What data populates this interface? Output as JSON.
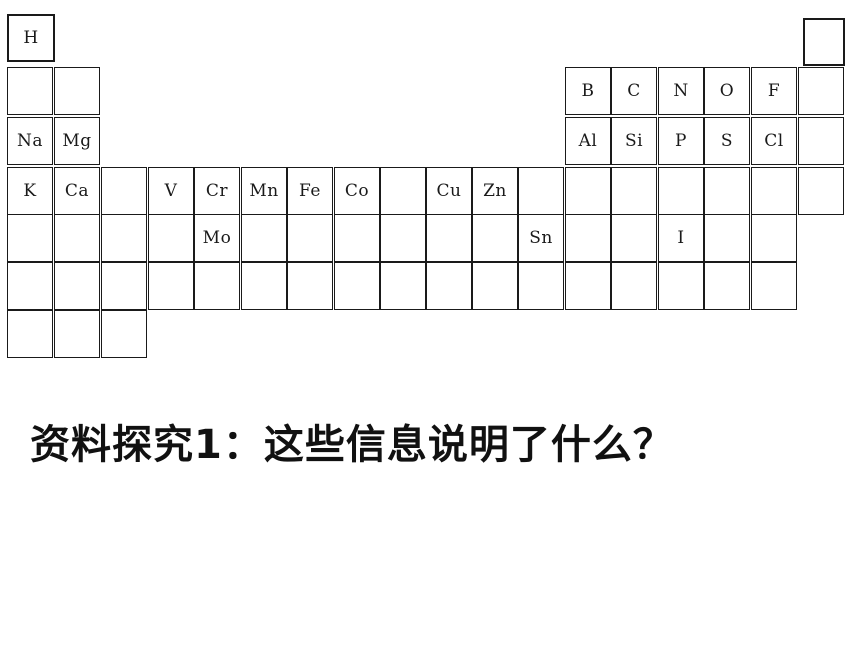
{
  "periodic_table": {
    "cells": [
      {
        "p": 1,
        "g": 1,
        "symbol": "H"
      },
      {
        "p": 1,
        "g": 18,
        "symbol": ""
      },
      {
        "p": 2,
        "g": 1,
        "symbol": ""
      },
      {
        "p": 2,
        "g": 2,
        "symbol": ""
      },
      {
        "p": 2,
        "g": 13,
        "symbol": "B"
      },
      {
        "p": 2,
        "g": 14,
        "symbol": "C"
      },
      {
        "p": 2,
        "g": 15,
        "symbol": "N"
      },
      {
        "p": 2,
        "g": 16,
        "symbol": "O"
      },
      {
        "p": 2,
        "g": 17,
        "symbol": "F"
      },
      {
        "p": 2,
        "g": 18,
        "symbol": ""
      },
      {
        "p": 3,
        "g": 1,
        "symbol": "Na"
      },
      {
        "p": 3,
        "g": 2,
        "symbol": "Mg"
      },
      {
        "p": 3,
        "g": 13,
        "symbol": "Al"
      },
      {
        "p": 3,
        "g": 14,
        "symbol": "Si"
      },
      {
        "p": 3,
        "g": 15,
        "symbol": "P"
      },
      {
        "p": 3,
        "g": 16,
        "symbol": "S"
      },
      {
        "p": 3,
        "g": 17,
        "symbol": "Cl"
      },
      {
        "p": 3,
        "g": 18,
        "symbol": ""
      },
      {
        "p": 4,
        "g": 1,
        "symbol": "K"
      },
      {
        "p": 4,
        "g": 2,
        "symbol": "Ca"
      },
      {
        "p": 4,
        "g": 3,
        "symbol": ""
      },
      {
        "p": 4,
        "g": 4,
        "symbol": "V"
      },
      {
        "p": 4,
        "g": 5,
        "symbol": "Cr"
      },
      {
        "p": 4,
        "g": 6,
        "symbol": "Mn"
      },
      {
        "p": 4,
        "g": 7,
        "symbol": "Fe"
      },
      {
        "p": 4,
        "g": 8,
        "symbol": "Co"
      },
      {
        "p": 4,
        "g": 9,
        "symbol": ""
      },
      {
        "p": 4,
        "g": 10,
        "symbol": "Cu"
      },
      {
        "p": 4,
        "g": 11,
        "symbol": "Zn"
      },
      {
        "p": 4,
        "g": 12,
        "symbol": ""
      },
      {
        "p": 4,
        "g": 13,
        "symbol": ""
      },
      {
        "p": 4,
        "g": 14,
        "symbol": ""
      },
      {
        "p": 4,
        "g": 15,
        "symbol": ""
      },
      {
        "p": 4,
        "g": 16,
        "symbol": ""
      },
      {
        "p": 4,
        "g": 17,
        "symbol": ""
      },
      {
        "p": 4,
        "g": 18,
        "symbol": ""
      },
      {
        "p": 5,
        "g": 1,
        "symbol": ""
      },
      {
        "p": 5,
        "g": 2,
        "symbol": ""
      },
      {
        "p": 5,
        "g": 3,
        "symbol": ""
      },
      {
        "p": 5,
        "g": 4,
        "symbol": ""
      },
      {
        "p": 5,
        "g": 5,
        "symbol": "Mo"
      },
      {
        "p": 5,
        "g": 6,
        "symbol": ""
      },
      {
        "p": 5,
        "g": 7,
        "symbol": ""
      },
      {
        "p": 5,
        "g": 8,
        "symbol": ""
      },
      {
        "p": 5,
        "g": 9,
        "symbol": ""
      },
      {
        "p": 5,
        "g": 10,
        "symbol": ""
      },
      {
        "p": 5,
        "g": 11,
        "symbol": ""
      },
      {
        "p": 5,
        "g": 12,
        "symbol": "Sn"
      },
      {
        "p": 5,
        "g": 13,
        "symbol": ""
      },
      {
        "p": 5,
        "g": 14,
        "symbol": ""
      },
      {
        "p": 5,
        "g": 15,
        "symbol": "I"
      },
      {
        "p": 5,
        "g": 16,
        "symbol": ""
      },
      {
        "p": 5,
        "g": 17,
        "symbol": ""
      },
      {
        "p": 6,
        "g": 1,
        "symbol": ""
      },
      {
        "p": 6,
        "g": 2,
        "symbol": ""
      },
      {
        "p": 6,
        "g": 3,
        "symbol": ""
      },
      {
        "p": 6,
        "g": 4,
        "symbol": ""
      },
      {
        "p": 6,
        "g": 5,
        "symbol": ""
      },
      {
        "p": 6,
        "g": 6,
        "symbol": ""
      },
      {
        "p": 6,
        "g": 7,
        "symbol": ""
      },
      {
        "p": 6,
        "g": 8,
        "symbol": ""
      },
      {
        "p": 6,
        "g": 9,
        "symbol": ""
      },
      {
        "p": 6,
        "g": 10,
        "symbol": ""
      },
      {
        "p": 6,
        "g": 11,
        "symbol": ""
      },
      {
        "p": 6,
        "g": 12,
        "symbol": ""
      },
      {
        "p": 6,
        "g": 13,
        "symbol": ""
      },
      {
        "p": 6,
        "g": 14,
        "symbol": ""
      },
      {
        "p": 6,
        "g": 15,
        "symbol": ""
      },
      {
        "p": 6,
        "g": 16,
        "symbol": ""
      },
      {
        "p": 6,
        "g": 17,
        "symbol": ""
      },
      {
        "p": 7,
        "g": 1,
        "symbol": ""
      },
      {
        "p": 7,
        "g": 2,
        "symbol": ""
      },
      {
        "p": 7,
        "g": 3,
        "symbol": ""
      }
    ]
  },
  "heading": "资料探究1：这些信息说明了什么？"
}
